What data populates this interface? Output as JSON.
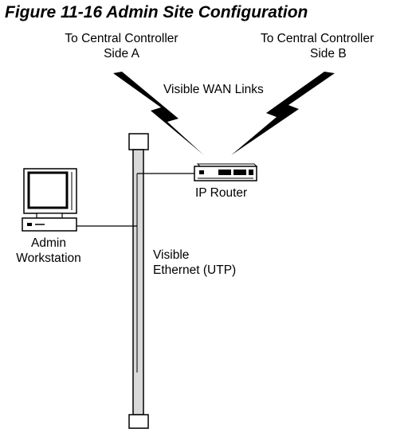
{
  "figure": {
    "title": "Figure 11-16 Admin Site Configuration"
  },
  "labels": {
    "side_a_line1": "To Central Controller",
    "side_a_line2": "Side A",
    "side_b_line1": "To Central Controller",
    "side_b_line2": "Side B",
    "wan_links": "Visible WAN Links",
    "router": "IP Router",
    "workstation_line1": "Admin",
    "workstation_line2": "Workstation",
    "ethernet_line1": "Visible",
    "ethernet_line2": "Ethernet (UTP)"
  },
  "icons": {
    "workstation": "computer-workstation-icon",
    "router": "ip-router-icon",
    "wan_link": "lightning-bolt-icon",
    "ethernet": "ethernet-backbone-cable-icon"
  },
  "colors": {
    "line": "#000000",
    "cable_fill": "#d9d9d9",
    "background": "#ffffff"
  }
}
